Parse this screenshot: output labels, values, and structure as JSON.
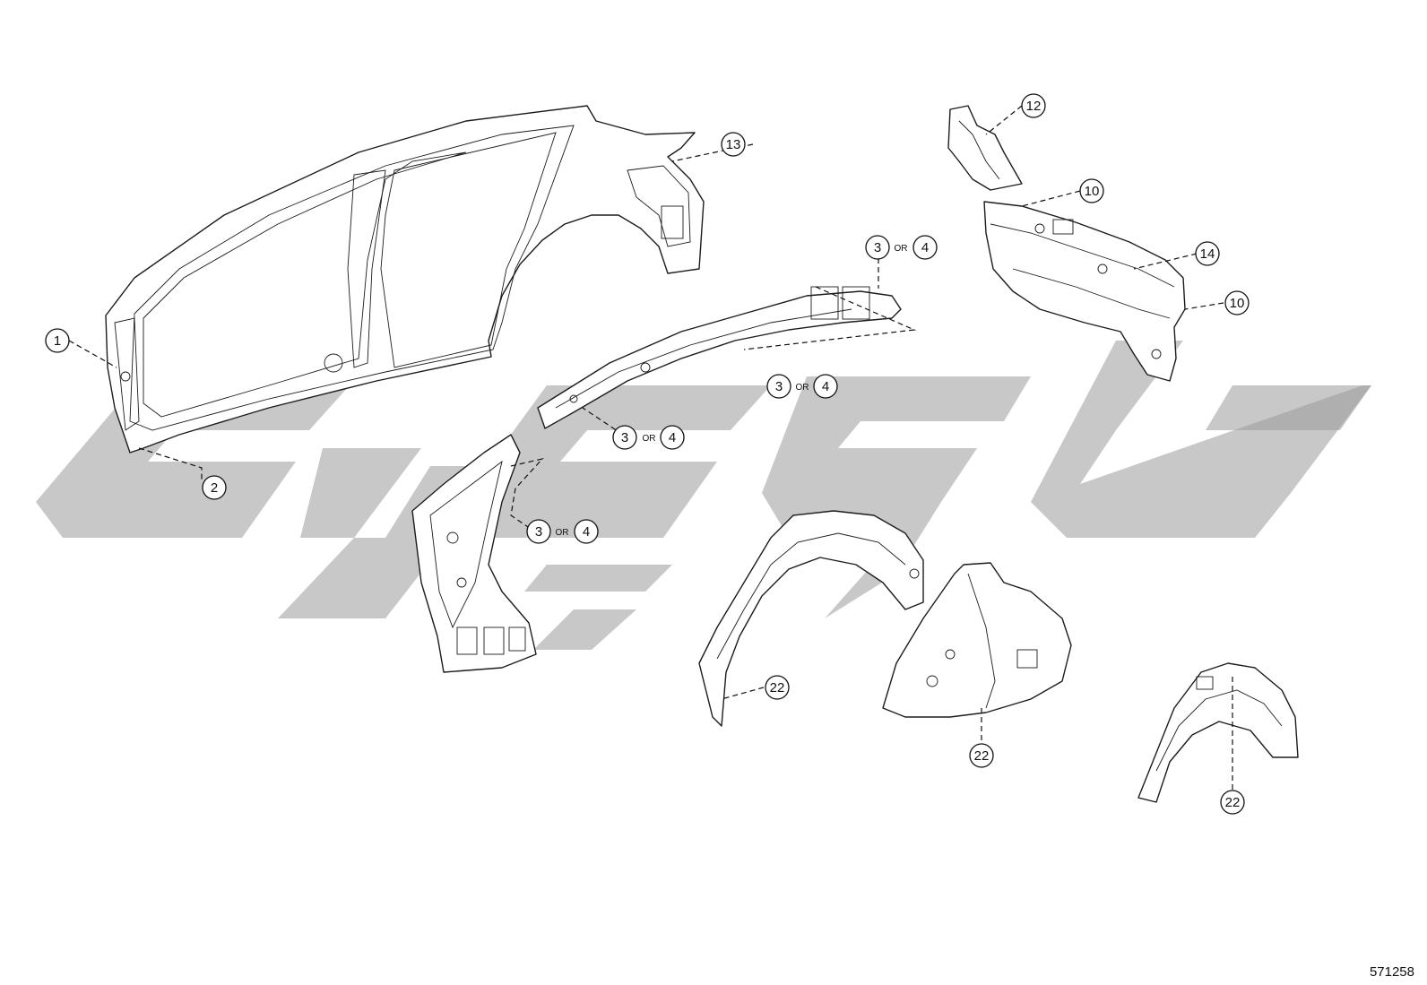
{
  "diagram_number": "571258",
  "callouts": {
    "c1": "1",
    "c2": "2",
    "c3_or_4_a": {
      "left": "3",
      "or": "OR",
      "right": "4"
    },
    "c3_or_4_b": {
      "left": "3",
      "or": "OR",
      "right": "4"
    },
    "c3_or_4_c": {
      "left": "3",
      "or": "OR",
      "right": "4"
    },
    "c3_or_4_d": {
      "left": "3",
      "or": "OR",
      "right": "4"
    },
    "c10_a": "10",
    "c10_b": "10",
    "c12": "12",
    "c13": "13",
    "c14": "14",
    "c22_a": "22",
    "c22_b": "22",
    "c22_c": "22"
  },
  "watermark_color": "#9a9a9a",
  "line_color": "#1c1c1c"
}
